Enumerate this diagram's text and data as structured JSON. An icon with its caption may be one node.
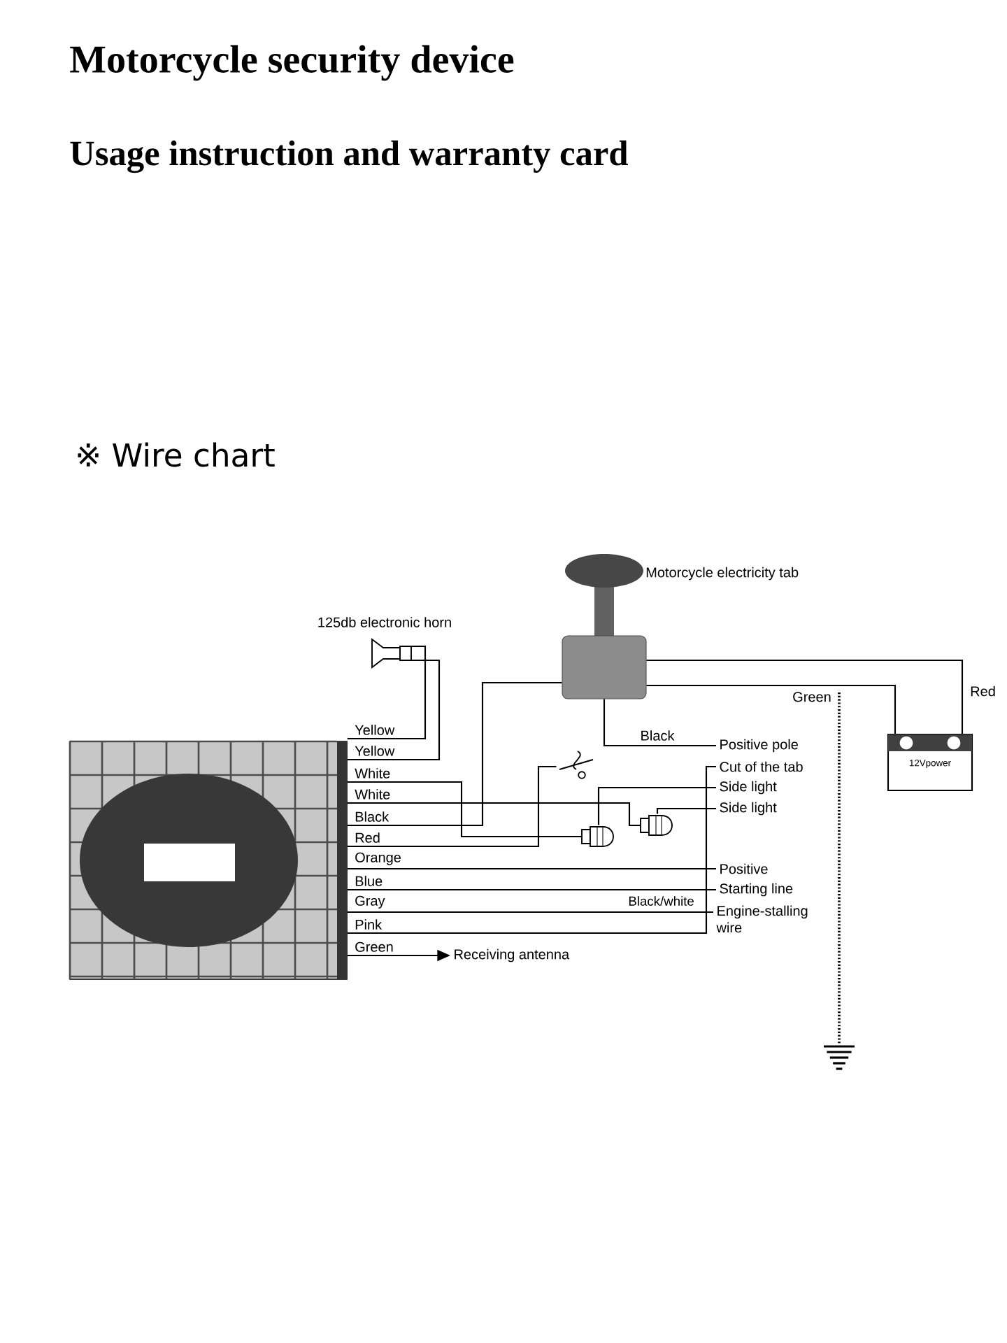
{
  "diagram": {
    "title": "Motorcycle security device",
    "nodes": [
      {
        "text": [],
        "shape": "picture"
      },
      {
        "text": [
          "125db electronic horn"
        ]
      },
      {
        "text": [
          "Motorcycle electricity tab"
        ]
      },
      {
        "text": [
          "12Vpower"
        ]
      },
      {
        "text": [],
        "shape": "picture"
      },
      {
        "text": [],
        "shape": "picture"
      },
      {
        "text": [],
        "shape": "picture"
      },
      {
        "text": [
          "Positive pole"
        ]
      },
      {
        "text": [
          "Cut of the tab"
        ]
      },
      {
        "text": [
          "Side light"
        ]
      },
      {
        "text": [
          "Side light"
        ]
      },
      {
        "text": [
          "Positive"
        ]
      },
      {
        "text": [
          "Starting line"
        ]
      },
      {
        "text": [
          "Engine-stalling wire"
        ]
      },
      {
        "text": [
          "Receiving antenna"
        ]
      },
      {
        "text": [],
        "shape": "picture"
      }
    ],
    "edges": [
      {
        "from": 0,
        "to": 1,
        "arrow": "none",
        "label": "Yellow"
      },
      {
        "from": 0,
        "to": 1,
        "arrow": "none",
        "label": "Yellow"
      },
      {
        "from": 0,
        "to": 5,
        "arrow": "none",
        "label": "White"
      },
      {
        "from": 0,
        "to": 6,
        "arrow": "none",
        "label": "White"
      },
      {
        "from": 0,
        "to": 2,
        "arrow": "none",
        "label": "Black"
      },
      {
        "from": 0,
        "to": 4,
        "arrow": "none",
        "label": "Red"
      },
      {
        "from": 0,
        "to": 11,
        "arrow": "none",
        "label": "Orange"
      },
      {
        "from": 0,
        "to": 12,
        "arrow": "none",
        "label": "Blue"
      },
      {
        "from": 0,
        "to": 13,
        "arrow": "none",
        "label": "Gray"
      },
      {
        "from": 0,
        "to": 8,
        "arrow": "none",
        "label": "Pink"
      },
      {
        "from": 0,
        "to": 14,
        "arrow": "to",
        "label": "Green"
      },
      {
        "from": 2,
        "to": 7,
        "arrow": "none",
        "label": "Black"
      },
      {
        "from": 2,
        "to": 3,
        "arrow": "none",
        "label": "Green"
      },
      {
        "from": 2,
        "to": 3,
        "arrow": "none",
        "label": "Red"
      },
      {
        "from": 5,
        "to": 9,
        "arrow": "none"
      },
      {
        "from": 6,
        "to": 10,
        "arrow": "none"
      },
      {
        "from": null,
        "to": 15,
        "arrow": "none",
        "style": "dashed"
      }
    ],
    "labels": [
      "Usage instruction and warranty card",
      "※ Wire chart",
      "Black/white"
    ]
  }
}
